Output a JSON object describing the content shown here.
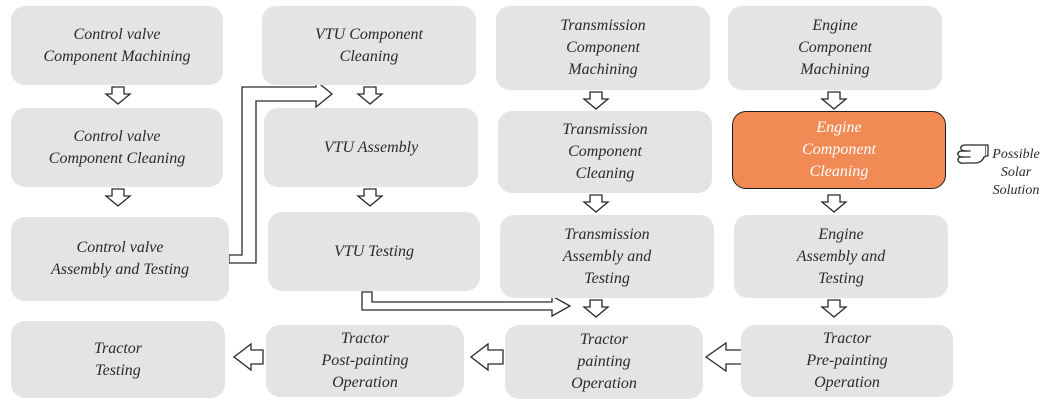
{
  "nodes": {
    "cv_machining": "Control valve\nComponent Machining",
    "cv_cleaning": "Control valve\nComponent Cleaning",
    "cv_assembly": "Control valve\nAssembly and Testing",
    "vtu_cleaning": "VTU Component\nCleaning",
    "vtu_assembly": "VTU Assembly",
    "vtu_testing": "VTU Testing",
    "tr_machining": "Transmission\nComponent\nMachining",
    "tr_cleaning": "Transmission\nComponent\nCleaning",
    "tr_assembly": "Transmission\nAssembly and\nTesting",
    "en_machining": "Engine\nComponent\nMachining",
    "en_cleaning": "Engine\nComponent\nCleaning",
    "en_assembly": "Engine\nAssembly and\nTesting",
    "tractor_testing": "Tractor\nTesting",
    "tractor_post": "Tractor\nPost-painting\nOperation",
    "tractor_painting": "Tractor\npainting\nOperation",
    "tractor_pre": "Tractor\nPre-painting\nOperation"
  },
  "annotation": {
    "text": "Possible\nSolar\nSolution",
    "icon": "pointing-hand-icon"
  },
  "colors": {
    "node_fill": "#e4e4e4",
    "highlight_fill": "#f28a56",
    "arrow_stroke": "#2a2a2a",
    "arrow_fill": "#ffffff"
  }
}
